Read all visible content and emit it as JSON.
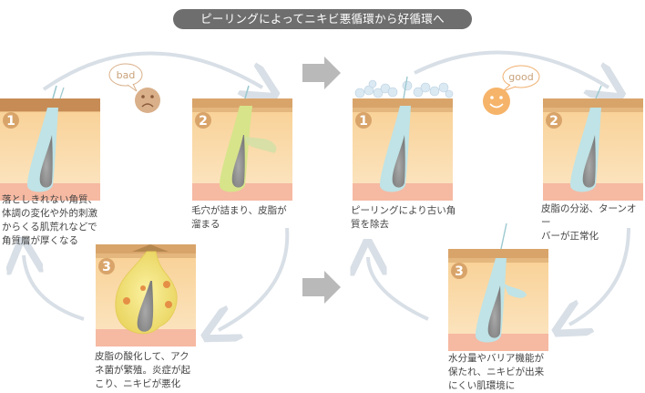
{
  "title": "ピーリングによってニキビ悪循環から好循環へ",
  "colors": {
    "skin_top": "#d9a46a",
    "skin_mid": "#f6cc8e",
    "skin_low": "#fbdfb2",
    "skin_base": "#f6b9a2",
    "follicle": "#bfe3e6",
    "sebum": "#8a8a8a",
    "arrow": "#d8dfe6",
    "block_arrow": "#b9b9b9",
    "bad_face": "#d9b08a",
    "good_face": "#f6b46a"
  },
  "bad_cycle": {
    "label": "bad",
    "steps": [
      {
        "num": "1",
        "caption": "落としきれない角質、\n体調の変化や外的刺激\nからくる肌荒れなどで\n角質層が厚くなる"
      },
      {
        "num": "2",
        "caption": "毛穴が詰まり、皮脂が\n溜まる"
      },
      {
        "num": "3",
        "caption": "皮脂の酸化して、アク\nネ菌が繁殖。炎症が起\nこり、ニキビが悪化"
      }
    ]
  },
  "good_cycle": {
    "label": "good",
    "steps": [
      {
        "num": "1",
        "caption": "ピーリングにより古い角\n質を除去"
      },
      {
        "num": "2",
        "caption": "皮脂の分泌、ターンオー\nバーが正常化"
      },
      {
        "num": "3",
        "caption": "水分量やバリア機能が\n保たれ、ニキビが出来\nにくい肌環境に"
      }
    ]
  }
}
